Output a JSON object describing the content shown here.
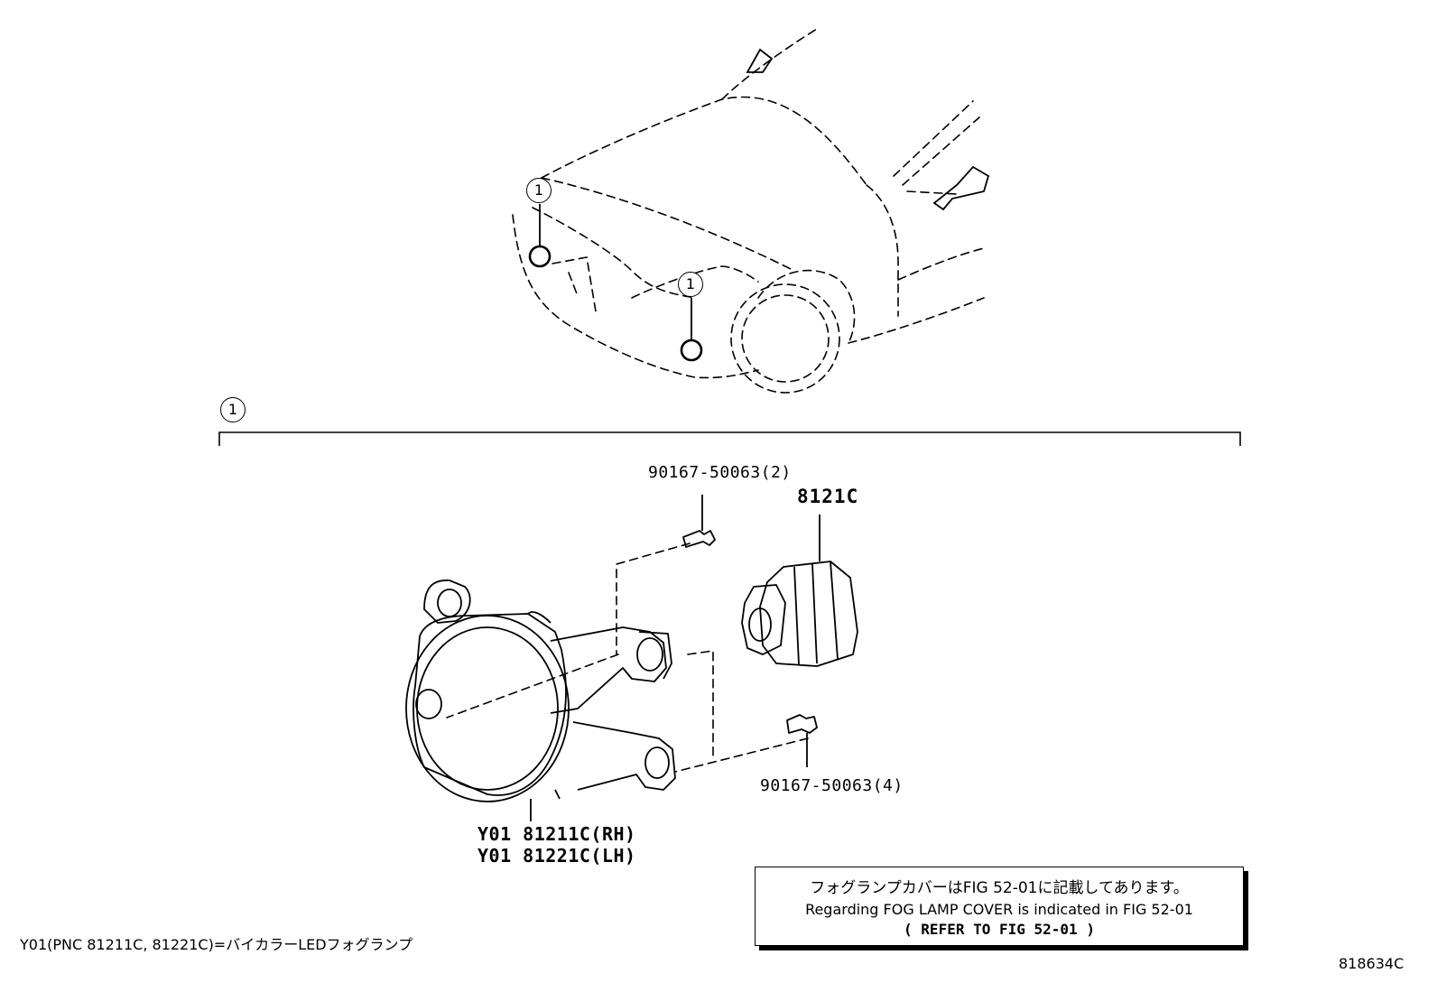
{
  "callout": {
    "number": "1"
  },
  "parts": {
    "bolt_top": "90167-50063(2)",
    "bolt_bottom": "90167-50063(4)",
    "bulb": "8121C",
    "lamp_rh": "Y01 81211C(RH)",
    "lamp_lh": "Y01 81221C(LH)"
  },
  "note": {
    "line1": "フォグランプカバーはFIG 52-01に記載してあります。",
    "line2": "Regarding FOG LAMP COVER is indicated in FIG 52-01",
    "line3": "( REFER TO FIG 52-01 )"
  },
  "footnote": "Y01(PNC 81211C, 81221C)=バイカラーLEDフォグランプ",
  "figure_number": "818634C"
}
